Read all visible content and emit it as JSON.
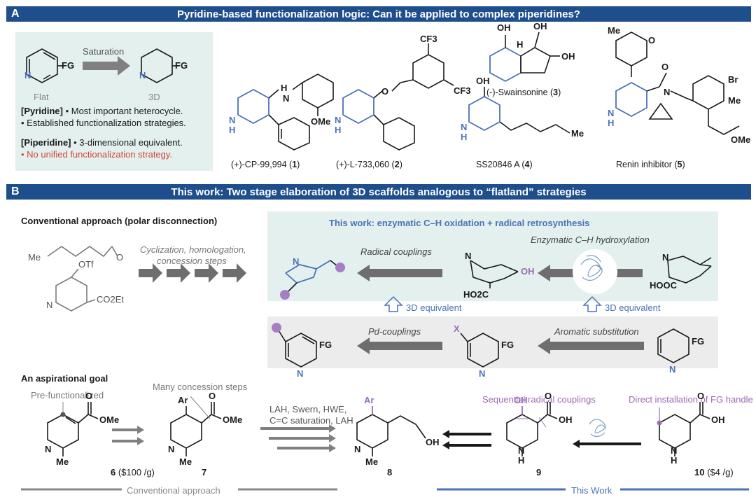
{
  "panel_a": {
    "letter": "A",
    "title": "Pyridine-based functionalization logic: Can it be applied to complex piperidines?",
    "saturation": "Saturation",
    "flat": "Flat",
    "three_d": "3D",
    "fg": "FG",
    "n": "N",
    "pyridine_tag": "[Pyridine]",
    "pyridine_line1": " • Most important heterocycle.",
    "pyridine_line2": "• Established functionalization strategies.",
    "piperidine_tag": "[Piperidine]",
    "piperidine_line1": " • 3-dimensional equivalent.",
    "piperidine_line2": "• No unified functionalization strategy.",
    "compounds": [
      {
        "name": "(+)-CP-99,994 (",
        "num": "1",
        "close": ")"
      },
      {
        "name": "(+)-L-733,060 (",
        "num": "2",
        "close": ")"
      },
      {
        "name": "(-)-Swainsonine (",
        "num": "3",
        "close": ")"
      },
      {
        "name": "SS20846 A (",
        "num": "4",
        "close": ")"
      },
      {
        "name": "Renin inhibitor (",
        "num": "5",
        "close": ")"
      }
    ],
    "atoms": {
      "h": "H",
      "nh": "N",
      "nh_h": "H",
      "ome": "OMe",
      "o": "O",
      "cf3": "CF3",
      "oh": "OH",
      "me": "Me",
      "br": "Br"
    }
  },
  "panel_b": {
    "letter": "B",
    "title": "This work: Two stage elaboration of 3D scaffolds analogous to “flatland” strategies",
    "conventional_heading": "Conventional approach (polar disconnection)",
    "cyclization": "Cyclization, homologation,",
    "concession": "concession steps",
    "this_work_heading": "This work: enzymatic C–H oxidation + radical retrosynthesis",
    "radical_couplings": "Radical couplings",
    "enzymatic": "Enzymatic C–H hydroxylation",
    "three_d_equiv_1": "3D equivalent",
    "three_d_equiv_2": "3D equivalent",
    "pd_couplings": "Pd-couplings",
    "aromatic_sub": "Aromatic substitution",
    "atoms": {
      "me": "Me",
      "o": "O",
      "otf": "OTf",
      "n": "N",
      "co2et": "CO2Et",
      "ho2c": "HO2C",
      "oh": "OH",
      "hooc": "HOOC",
      "x": "X",
      "fg": "FG"
    }
  },
  "goal": {
    "heading": "An aspirational goal",
    "prefunctionalized": "Pre-functionalized",
    "many_steps": "Many concession steps",
    "reagents_line1": "LAH, Swern, HWE,",
    "reagents_line2": "C=C saturation, LAH",
    "sequential": "Sequential radical couplings",
    "direct": "Direct installation of FG handle",
    "cmpd6": "6",
    "price6": " ($100 /g)",
    "cmpd7": "7",
    "cmpd8": "8",
    "cmpd9": "9",
    "cmpd10": "10",
    "price10": " ($4 /g)",
    "conventional_footer": "Conventional approach",
    "this_work_footer": "This Work",
    "atoms": {
      "ar": "Ar",
      "ome": "OMe",
      "o": "O",
      "n": "N",
      "me": "Me",
      "oh": "OH",
      "h": "H"
    }
  },
  "colors": {
    "banner": "#1f4e8c",
    "blue": "#4a72b8",
    "purple": "#9a6cb5",
    "red": "#d0463d",
    "green_panel": "#e3f0ee",
    "gray_panel": "#ececec"
  }
}
